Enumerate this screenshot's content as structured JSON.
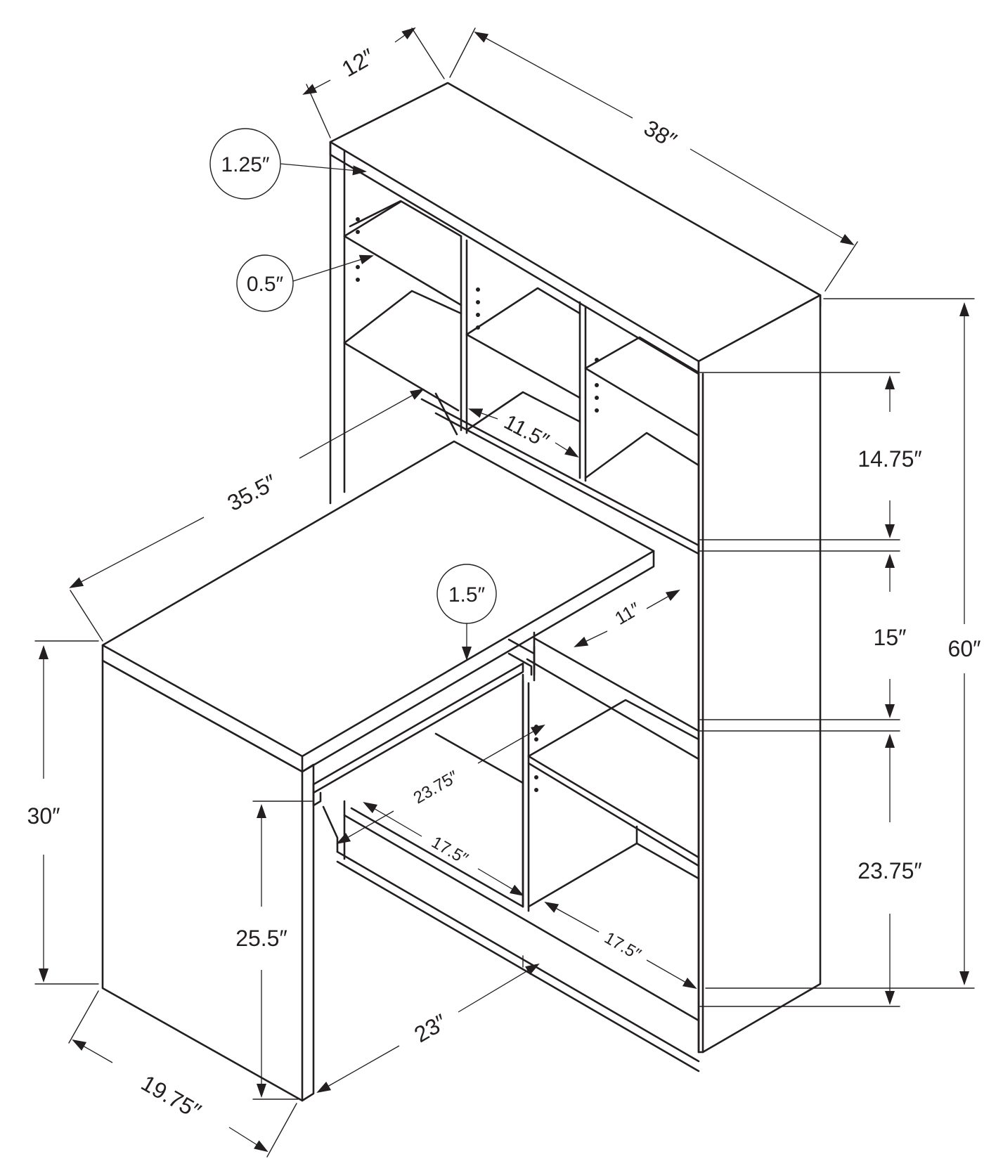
{
  "diagram": {
    "subject": "corner desk with bookcase hutch",
    "units": "inches",
    "dimensions": {
      "top_depth": "12″",
      "top_width": "38″",
      "total_height": "60″",
      "upper_shelf_height": "14.75″",
      "middle_shelf_height": "15″",
      "lower_shelf_height": "23.75″",
      "cubby_width": "11.5″",
      "hutch_opening_width": "35.5″",
      "desk_height": "30″",
      "knee_height": "25.5″",
      "desk_depth": "19.75″",
      "desk_top_length": "23″",
      "cubby_depth": "11″",
      "inner_depth": "23.75″",
      "bottom_cubby_width_left": "17.5″",
      "bottom_cubby_width_right": "17.5″"
    },
    "callouts": {
      "top_thickness": "1.25″",
      "shelf_thickness": "0.5″",
      "desk_top_thickness": "1.5″"
    }
  }
}
